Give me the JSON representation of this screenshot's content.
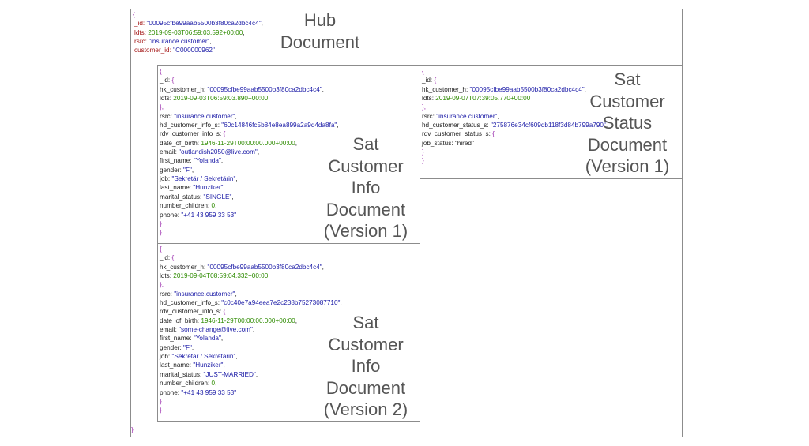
{
  "hub": {
    "title": [
      "Hub",
      "Document"
    ],
    "open": "{",
    "close": "}",
    "lines": [
      {
        "k": "_id: ",
        "v": "\"00095cfbe99aab5500b3f80ca2dbc4c4\"",
        "t": "str",
        "s": ","
      },
      {
        "k": "ldts: ",
        "v": "2019-09-03T06:59:03.592+00:00",
        "t": "date",
        "s": ","
      },
      {
        "k": "rsrc: ",
        "v": "\"insurance.customer\"",
        "t": "str",
        "s": ","
      },
      {
        "k": "customer_id: ",
        "v": "\"C000000962\"",
        "t": "str",
        "s": ""
      }
    ]
  },
  "sat_info_v1": {
    "title": [
      "Sat",
      "Customer",
      "Info",
      "Document",
      "(Version 1)"
    ],
    "lines": [
      {
        "k": "",
        "v": "{",
        "t": "brace",
        "s": ""
      },
      {
        "k": "_id: ",
        "v": "{",
        "t": "brace",
        "s": ""
      },
      {
        "k": "hk_customer_h: ",
        "v": "\"00095cfbe99aab5500b3f80ca2dbc4c4\"",
        "t": "str",
        "s": ","
      },
      {
        "k": "ldts: ",
        "v": "2019-09-03T06:59:03.890+00:00",
        "t": "date",
        "s": ""
      },
      {
        "k": "",
        "v": "},",
        "t": "brace",
        "s": ""
      },
      {
        "k": "rsrc: ",
        "v": "\"insurance.customer\"",
        "t": "str",
        "s": ","
      },
      {
        "k": "hd_customer_info_s: ",
        "v": "\"60c14846fc5b84e8ea899a2a9d4da8fa\"",
        "t": "str",
        "s": ","
      },
      {
        "k": "rdv_customer_info_s: ",
        "v": "{",
        "t": "brace",
        "s": ""
      },
      {
        "k": "date_of_birth: ",
        "v": "1946-11-29T00:00:00.000+00:00",
        "t": "date",
        "s": ","
      },
      {
        "k": "email: ",
        "v": "\"outlandish2050@live.com\"",
        "t": "str",
        "s": ","
      },
      {
        "k": "first_name: ",
        "v": "\"Yolanda\"",
        "t": "str",
        "s": ","
      },
      {
        "k": "gender: ",
        "v": "\"F\"",
        "t": "str",
        "s": ","
      },
      {
        "k": "job: ",
        "v": "\"Sekretär / Sekretärin\"",
        "t": "str",
        "s": ","
      },
      {
        "k": "last_name: ",
        "v": "\"Hunziker\"",
        "t": "str",
        "s": ","
      },
      {
        "k": "marital_status: ",
        "v": "\"SINGLE\"",
        "t": "str",
        "s": ","
      },
      {
        "k": "number_children: ",
        "v": "0",
        "t": "num",
        "s": ","
      },
      {
        "k": "phone: ",
        "v": "\"+41 43 959 33 53\"",
        "t": "str",
        "s": ""
      },
      {
        "k": "",
        "v": "}",
        "t": "brace",
        "s": ""
      },
      {
        "k": "",
        "v": "}",
        "t": "brace",
        "s": ""
      }
    ]
  },
  "sat_info_v2": {
    "title": [
      "Sat",
      "Customer",
      "Info",
      "Document",
      "(Version 2)"
    ],
    "lines": [
      {
        "k": "",
        "v": "{",
        "t": "brace",
        "s": ""
      },
      {
        "k": "_id: ",
        "v": "{",
        "t": "brace",
        "s": ""
      },
      {
        "k": "hk_customer_h: ",
        "v": "\"00095cfbe99aab5500b3f80ca2dbc4c4\"",
        "t": "str",
        "s": ","
      },
      {
        "k": "ldts: ",
        "v": "2019-09-04T08:59:04.332+00:00",
        "t": "date",
        "s": ""
      },
      {
        "k": "",
        "v": "},",
        "t": "brace",
        "s": ""
      },
      {
        "k": "rsrc: ",
        "v": "\"insurance.customer\"",
        "t": "str",
        "s": ","
      },
      {
        "k": "hd_customer_info_s: ",
        "v": "\"c0c40e7a94eea7e2c238b75273087710\"",
        "t": "str",
        "s": ","
      },
      {
        "k": "rdv_customer_info_s: ",
        "v": "{",
        "t": "brace",
        "s": ""
      },
      {
        "k": "date_of_birth: ",
        "v": "1946-11-29T00:00:00.000+00:00",
        "t": "date",
        "s": ","
      },
      {
        "k": "email: ",
        "v": "\"some-change@live.com\"",
        "t": "str",
        "s": ","
      },
      {
        "k": "first_name: ",
        "v": "\"Yolanda\"",
        "t": "str",
        "s": ","
      },
      {
        "k": "gender: ",
        "v": "\"F\"",
        "t": "str",
        "s": ","
      },
      {
        "k": "job: ",
        "v": "\"Sekretär / Sekretärin\"",
        "t": "str",
        "s": ","
      },
      {
        "k": "last_name: ",
        "v": "\"Hunziker\"",
        "t": "str",
        "s": ","
      },
      {
        "k": "marital_status: ",
        "v": "\"JUST-MARRIED\"",
        "t": "str",
        "s": ","
      },
      {
        "k": "number_children: ",
        "v": "0",
        "t": "num",
        "s": ","
      },
      {
        "k": "phone: ",
        "v": "\"+41 43 959 33 53\"",
        "t": "str",
        "s": ""
      },
      {
        "k": "",
        "v": "}",
        "t": "brace",
        "s": ""
      },
      {
        "k": "",
        "v": "}",
        "t": "brace",
        "s": ""
      }
    ]
  },
  "sat_status_v1": {
    "title": [
      "Sat",
      "Customer",
      "Status",
      "Document",
      "(Version 1)"
    ],
    "lines": [
      {
        "k": "",
        "v": "{",
        "t": "brace",
        "s": ""
      },
      {
        "k": "_id: ",
        "v": "{",
        "t": "brace",
        "s": ""
      },
      {
        "k": "hk_customer_h: ",
        "v": "\"00095cfbe99aab5500b3f80ca2dbc4c4\"",
        "t": "str",
        "s": ","
      },
      {
        "k": "ldts: ",
        "v": "2019-09-07T07:39:05.770+00:00",
        "t": "date",
        "s": ""
      },
      {
        "k": "",
        "v": "},",
        "t": "brace",
        "s": ""
      },
      {
        "k": "rsrc: ",
        "v": "\"insurance.customer\"",
        "t": "str",
        "s": ","
      },
      {
        "k": "hd_customer_status_s: ",
        "v": "\"275876e34cf609db118f3d84b799a790\"",
        "t": "str",
        "s": ","
      },
      {
        "k": "rdv_customer_status_s: ",
        "v": "{",
        "t": "brace",
        "s": ""
      },
      {
        "k": "job_status: ",
        "v": "\"hired\"",
        "t": "plain",
        "s": ""
      },
      {
        "k": "",
        "v": "}",
        "t": "brace",
        "s": ""
      },
      {
        "k": "",
        "v": "}",
        "t": "brace",
        "s": ""
      }
    ]
  },
  "colors": {
    "brace": "#9b2fae",
    "string": "#1a1aa6",
    "date": "#2e8b00",
    "hub_key": "#a31515",
    "border": "#8c8c8c",
    "title": "#555555"
  }
}
